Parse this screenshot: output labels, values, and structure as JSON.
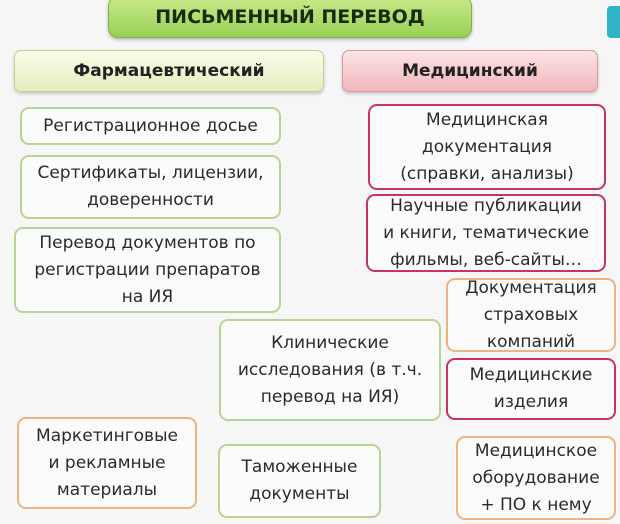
{
  "title": "ПИСЬМЕННЫЙ ПЕРЕВОД",
  "columns": {
    "pharmaceutical": "Фармацевтический",
    "medical": "Медицинский"
  },
  "boxes": {
    "registration_dossier": "Регистрационное досье",
    "certificates": [
      "Сертификаты, лицензии,",
      "доверенности"
    ],
    "drug_registration_docs": [
      "Перевод документов по",
      "регистрации препаратов",
      "на ИЯ"
    ],
    "clinical_trials": [
      "Клинические",
      "исследования (в т.ч.",
      "перевод на ИЯ)"
    ],
    "marketing_materials": [
      "Маркетинговые",
      "и рекламные",
      "материалы"
    ],
    "customs_documents": [
      "Таможенные",
      "документы"
    ],
    "medical_documentation": [
      "Медицинская",
      "документация",
      "(справки, анализы)"
    ],
    "scientific_publications": [
      "Научные публикации",
      "и книги, тематические",
      "фильмы, веб-сайты…"
    ],
    "insurance_documentation": [
      "Документация",
      "страховых",
      "компаний"
    ],
    "medical_devices": [
      "Медицинские",
      "изделия"
    ],
    "medical_equipment": [
      "Медицинское",
      "оборудование",
      "+ ПО к нему"
    ]
  },
  "colors": {
    "title_bg": "#a8dc64",
    "pharm_header_bg": "#eef2cc",
    "med_header_bg": "#f6c6ca",
    "green_border": "#b7d496",
    "red_border": "#c4375a",
    "orange_border": "#ecb486"
  }
}
